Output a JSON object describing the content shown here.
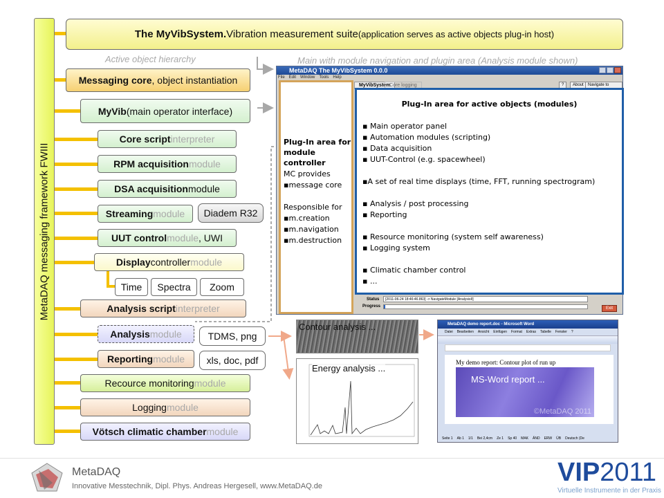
{
  "header": {
    "title_bold": "The MyVibSystem.",
    "title_rest": " Vibration measurement suite",
    "title_note": " (application serves as active objects plug-in host)"
  },
  "framework": {
    "label": "MetaDAQ messaging framework FWIII"
  },
  "captions": {
    "hierarchy": "Active object hierarchy",
    "main": "Main with module navigation and plugin area (Analysis module shown)"
  },
  "modules": [
    {
      "bold": "Messaging core",
      "rest": ", object instantiation",
      "grey": ""
    },
    {
      "bold": "MyVib",
      "rest": " (main operator interface)",
      "grey": ""
    },
    {
      "bold": "Core script",
      "rest": "",
      "grey": " interpreter"
    },
    {
      "bold": "RPM acquisition",
      "rest": "",
      "grey": " module"
    },
    {
      "bold": "DSA acquisition",
      "rest": " module",
      "grey": ""
    },
    {
      "bold": "Streaming",
      "rest": "",
      "grey": " module"
    },
    {
      "bold": "UUT control",
      "rest": "",
      "grey": " module",
      "tail": ", UWI"
    },
    {
      "bold": "Display",
      "rest": " controller",
      "grey": " module"
    },
    {
      "bold": "Analysis script",
      "rest": "",
      "grey": " interpreter"
    },
    {
      "bold": "Analysis",
      "rest": "",
      "grey": " module"
    },
    {
      "bold": "Reporting",
      "rest": "",
      "grey": " module"
    },
    {
      "bold": "",
      "rest": "Recource monitoring",
      "grey": " module"
    },
    {
      "bold": "",
      "rest": "Logging",
      "grey": " module"
    },
    {
      "bold": "Vötsch climatic chamber",
      "rest": "",
      "grey": " module"
    }
  ],
  "side_boxes": {
    "diadem": "Diadem R32",
    "time": "Time",
    "spectra": "Spectra",
    "zoom": "Zoom",
    "tdms": "TDMS, png",
    "xls": "xls, doc, pdf"
  },
  "app_window": {
    "title": "MetaDAQ The MyVibSystem 0.0.0",
    "menu": [
      "File",
      "Edit",
      "Window",
      "Tools",
      "Help"
    ],
    "tabs": [
      "MyVibSystem",
      "Core logging"
    ],
    "buttons": [
      "?",
      "About",
      "Navigate to MyVib"
    ],
    "status_label": "Status",
    "status_value": "[2011-06-24 18:46:46.863] -> NavigateModule [AnalysisII]",
    "progress_label": "Progress",
    "exit_label": "Exit"
  },
  "mc_panel": {
    "title": "Plug-In area for module controller",
    "provides_head": "MC provides",
    "provides": [
      "message core"
    ],
    "resp_head": "Responsible for",
    "resp": [
      "m.creation",
      "m.navigation",
      "m.destruction"
    ]
  },
  "plugin_panel": {
    "title": "Plug-In area for active objects (modules)",
    "groups": [
      [
        "Main operator panel",
        "Automation modules (scripting)",
        "Data acquisition",
        "UUT-Control (e.g. spacewheel)"
      ],
      [
        "A set of real time displays (time, FFT, running spectrogram)"
      ],
      [
        "Analysis / post processing",
        "Reporting"
      ],
      [
        "Resource monitoring (system self awareness)",
        "Logging system"
      ],
      [
        " Climatic chamber control",
        "..."
      ]
    ]
  },
  "images": {
    "contour": "Contour analysis ...",
    "energy": "Energy analysis ...",
    "word_title": "MetaDAQ demo report.doc - Microsoft Word",
    "word_menu": [
      "Datei",
      "Bearbeiten",
      "Ansicht",
      "Einfügen",
      "Format",
      "Extras",
      "Tabelle",
      "Fenster",
      "?"
    ],
    "word_doc_heading": "My  demo report: Contour plot of run up",
    "word_report": "MS-Word report ...",
    "word_watermark": "©MetaDAQ 2011",
    "word_status": [
      "Seite 1",
      "Ab 1",
      "1/1",
      "Bei 2,4cm",
      "Ze 1",
      "Sp 40",
      "MAK",
      "ÄND",
      "ERW",
      "ÜB",
      "Deutsch (De"
    ]
  },
  "footer": {
    "company": "MetaDAQ",
    "subtitle": "Innovative Messtechnik, Dipl. Phys. Andreas Hergesell, www.MetaDAQ.de",
    "vip_bold": "VIP",
    "vip_year": "2011",
    "vip_sub": "Virtuelle Instrumente in der Praxis"
  },
  "colors": {
    "connector": "#f4c000",
    "plugin_border": "#1f5ea8",
    "mc_border": "#d4a45a",
    "arrow_grey": "#a8a8a8",
    "arrow_salmon": "#f0a889"
  }
}
